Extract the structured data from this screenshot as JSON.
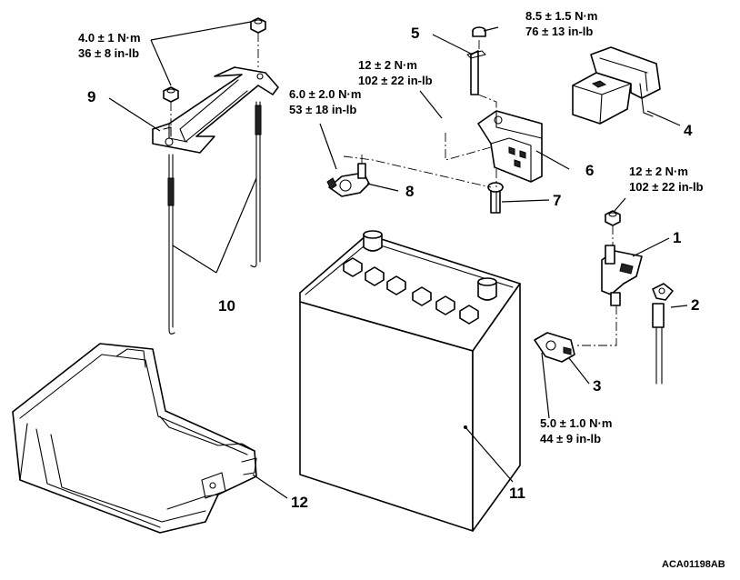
{
  "torques": {
    "t1": {
      "nm": "4.0 ± 1 N·m",
      "inlb": "36 ± 8 in-lb"
    },
    "t2": {
      "nm": "8.5 ± 1.5 N·m",
      "inlb": "76 ± 13 in-lb"
    },
    "t3": {
      "nm": "12 ± 2 N·m",
      "inlb": "102 ± 22 in-lb"
    },
    "t4": {
      "nm": "6.0 ± 2.0 N·m",
      "inlb": "53 ± 18 in-lb"
    },
    "t5": {
      "nm": "12 ± 2 N·m",
      "inlb": "102 ± 22 in-lb"
    },
    "t6": {
      "nm": "5.0 ± 1.0 N·m",
      "inlb": "44 ± 9 in-lb"
    }
  },
  "parts": {
    "p1": "1",
    "p2": "2",
    "p3": "3",
    "p4": "4",
    "p5": "5",
    "p6": "6",
    "p7": "7",
    "p8": "8",
    "p9": "9",
    "p10": "10",
    "p11": "11",
    "p12": "12"
  },
  "figure_code": "ACA01198AB"
}
